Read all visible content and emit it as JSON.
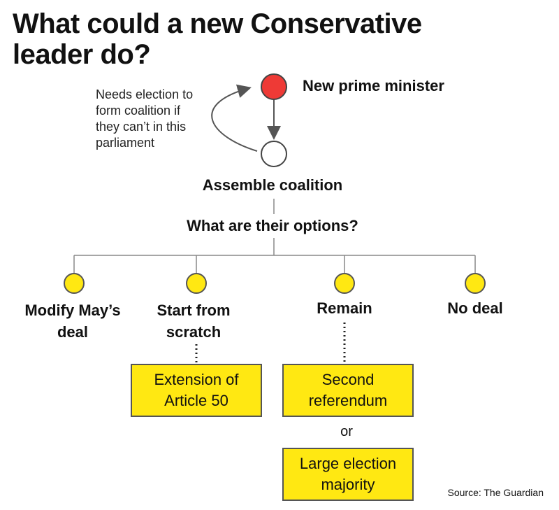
{
  "title": "What could a new Conservative leader do?",
  "top": {
    "prime_minister": "New prime minister",
    "note": "Needs election to form coalition if they can’t in this parliament",
    "coalition": "Assemble coalition",
    "question": "What are their options?"
  },
  "options": [
    {
      "label": "Modify May’s deal"
    },
    {
      "label": "Start from scratch",
      "outcome": "Extension of Article 50"
    },
    {
      "label": "Remain",
      "outcome": "Second referendum",
      "connector": "or",
      "alt_outcome": "Large election majority"
    },
    {
      "label": "No deal"
    }
  ],
  "source": "Source: The Guardian",
  "colors": {
    "red": "#ee3a36",
    "yellow": "#ffe812",
    "line": "#555555"
  }
}
